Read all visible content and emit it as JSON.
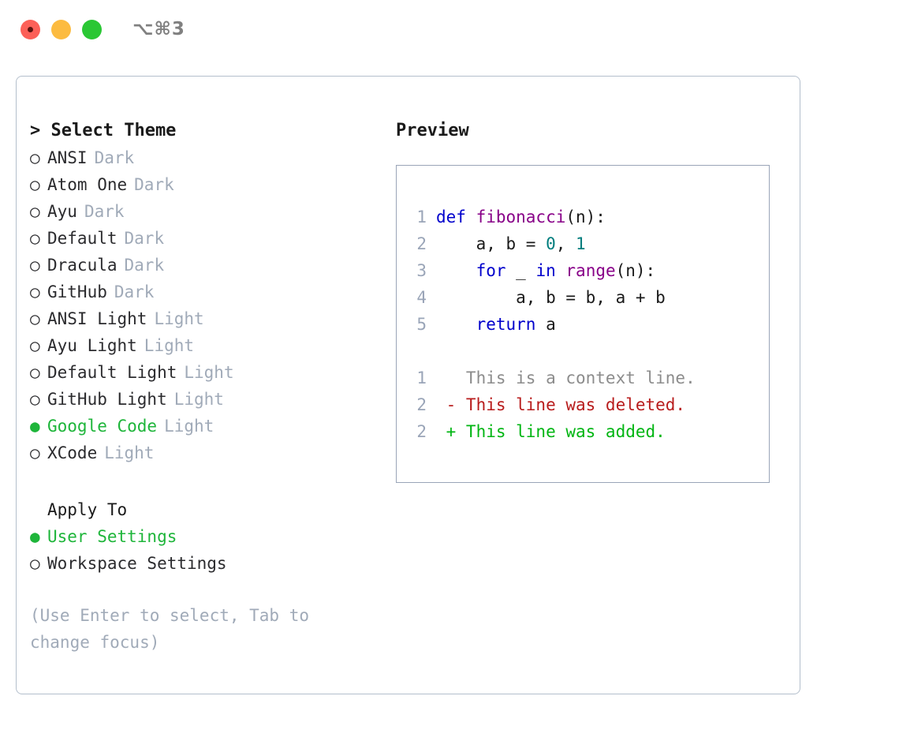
{
  "window": {
    "shortcut": "⌥⌘3",
    "traffic_lights": [
      "close-red",
      "minimize-yellow",
      "maximize-green"
    ]
  },
  "theme_picker": {
    "header": "> Select Theme",
    "radio_off": "○",
    "radio_on": "●",
    "items": [
      {
        "name": "ANSI",
        "variant": "Dark",
        "selected": false
      },
      {
        "name": "Atom One",
        "variant": "Dark",
        "selected": false
      },
      {
        "name": "Ayu",
        "variant": "Dark",
        "selected": false
      },
      {
        "name": "Default",
        "variant": "Dark",
        "selected": false
      },
      {
        "name": "Dracula",
        "variant": "Dark",
        "selected": false
      },
      {
        "name": "GitHub",
        "variant": "Dark",
        "selected": false
      },
      {
        "name": "ANSI Light",
        "variant": "Light",
        "selected": false
      },
      {
        "name": "Ayu Light",
        "variant": "Light",
        "selected": false
      },
      {
        "name": "Default Light",
        "variant": "Light",
        "selected": false
      },
      {
        "name": "GitHub Light",
        "variant": "Light",
        "selected": false
      },
      {
        "name": "Google Code",
        "variant": "Light",
        "selected": true
      },
      {
        "name": "XCode",
        "variant": "Light",
        "selected": false
      }
    ]
  },
  "apply_to": {
    "header": "Apply To",
    "options": [
      {
        "name": "User Settings",
        "selected": true
      },
      {
        "name": "Workspace Settings",
        "selected": false
      }
    ]
  },
  "hint": "(Use Enter to select, Tab to change focus)",
  "preview": {
    "title": "Preview",
    "code_lines": [
      {
        "no": "1",
        "tokens": [
          {
            "t": "def ",
            "c": "kw"
          },
          {
            "t": "fibonacci",
            "c": "fn"
          },
          {
            "t": "(n):",
            "c": "pl"
          }
        ]
      },
      {
        "no": "2",
        "tokens": [
          {
            "t": "    a, b = ",
            "c": "pl"
          },
          {
            "t": "0",
            "c": "num"
          },
          {
            "t": ", ",
            "c": "pl"
          },
          {
            "t": "1",
            "c": "num"
          }
        ]
      },
      {
        "no": "3",
        "tokens": [
          {
            "t": "    ",
            "c": "pl"
          },
          {
            "t": "for",
            "c": "kw"
          },
          {
            "t": " _ ",
            "c": "pl"
          },
          {
            "t": "in",
            "c": "kw"
          },
          {
            "t": " ",
            "c": "pl"
          },
          {
            "t": "range",
            "c": "fn"
          },
          {
            "t": "(n):",
            "c": "pl"
          }
        ]
      },
      {
        "no": "4",
        "tokens": [
          {
            "t": "        a, b = b, a + b",
            "c": "pl"
          }
        ]
      },
      {
        "no": "5",
        "tokens": [
          {
            "t": "    ",
            "c": "pl"
          },
          {
            "t": "return",
            "c": "kw"
          },
          {
            "t": " a",
            "c": "pl"
          }
        ]
      }
    ],
    "diff_lines": [
      {
        "no": "1",
        "marker": "  ",
        "text": "This is a context line.",
        "kind": "ctx"
      },
      {
        "no": "2",
        "marker": "- ",
        "text": "This line was deleted.",
        "kind": "del"
      },
      {
        "no": "2",
        "marker": "+ ",
        "text": "This line was added.",
        "kind": "add"
      }
    ]
  },
  "colors": {
    "accent_green": "#1eb53a",
    "muted": "#a0aab8",
    "keyword": "#0000cc",
    "function": "#880088",
    "number": "#007d7d",
    "diff_deleted": "#b81c1c",
    "diff_added": "#00b512",
    "panel_border": "#b4bfcc"
  }
}
